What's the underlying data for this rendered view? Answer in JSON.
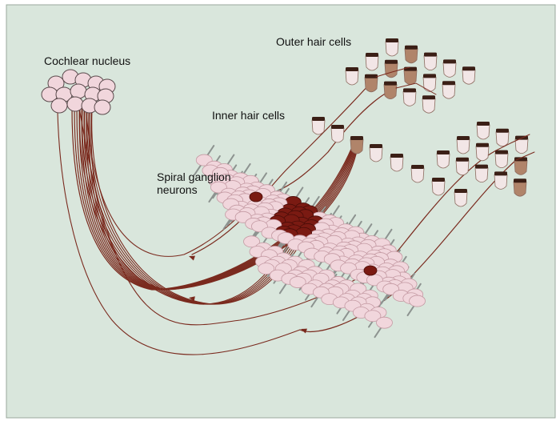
{
  "diagram": {
    "background_color": "#d9e6dc",
    "border_color": "#9aa89d",
    "fiber_color": "#7a2a1e",
    "cell_fill_light": "#f1d6dc",
    "cell_fill_dark": "#7a1a12",
    "hair_cell_fill": "#f2e6e6",
    "hair_cell_active_fill": "#b0846a",
    "labels": {
      "outer_hair_cells": "Outer hair cells",
      "inner_hair_cells": "Inner hair cells",
      "cochlear_nucleus": "Cochlear nucleus",
      "spiral_ganglion": "Spiral ganglion neurons"
    }
  }
}
